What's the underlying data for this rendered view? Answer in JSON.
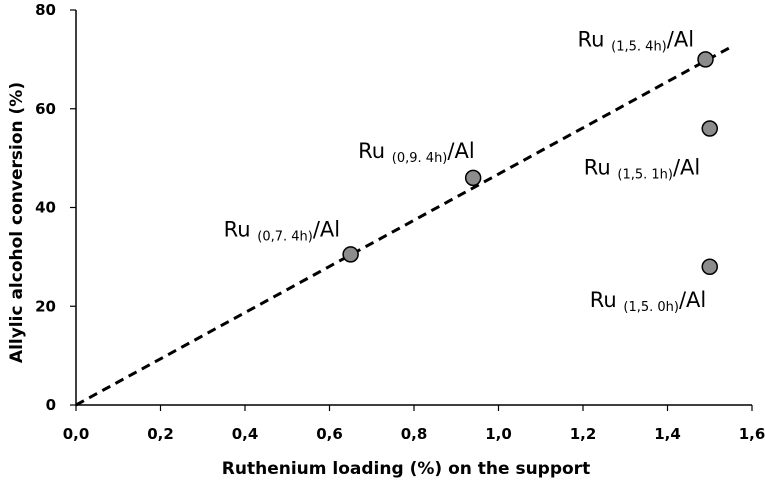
{
  "chart_data": {
    "type": "scatter",
    "xlabel": "Ruthenium loading (%) on the support",
    "ylabel": "Allylic alcohol conversion (%)",
    "xlim": [
      0,
      1.6
    ],
    "ylim": [
      0,
      80
    ],
    "x_ticks": [
      "0,0",
      "0,2",
      "0,4",
      "0,6",
      "0,8",
      "1,0",
      "1,2",
      "1,4",
      "1,6"
    ],
    "y_ticks": [
      "0",
      "20",
      "40",
      "60",
      "80"
    ],
    "grid": false,
    "points": [
      {
        "x": 0.65,
        "y": 30.5,
        "label_main": "Ru ",
        "label_sub": "(0,7. 4h)",
        "label_end": "/Al"
      },
      {
        "x": 0.94,
        "y": 46,
        "label_main": "Ru ",
        "label_sub": "(0,9. 4h)",
        "label_end": "/Al"
      },
      {
        "x": 1.49,
        "y": 70,
        "label_main": "Ru ",
        "label_sub": "(1,5. 4h)",
        "label_end": "/Al"
      },
      {
        "x": 1.5,
        "y": 56,
        "label_main": "Ru ",
        "label_sub": "(1,5. 1h)",
        "label_end": "/Al"
      },
      {
        "x": 1.5,
        "y": 28,
        "label_main": "Ru ",
        "label_sub": "(1,5. 0h)",
        "label_end": "/Al"
      }
    ],
    "trendline": {
      "style": "dashed",
      "x": [
        0,
        1.55
      ],
      "y": [
        0,
        72.5
      ]
    }
  }
}
